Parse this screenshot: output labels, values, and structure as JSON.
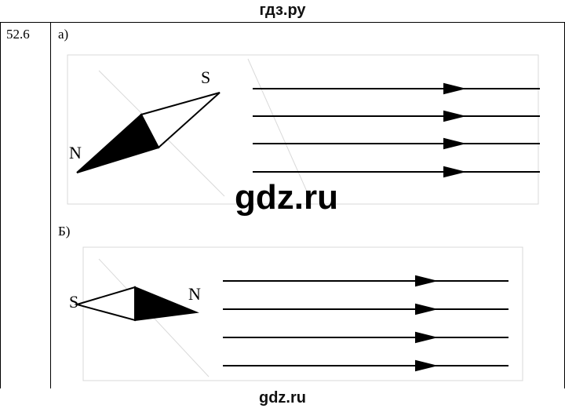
{
  "watermarks": {
    "top": "гдз.ру",
    "center": "gdz.ru",
    "bottom": "gdz.ru"
  },
  "task": {
    "number": "52.6"
  },
  "part_a": {
    "label": "а)",
    "pole_south": "S",
    "pole_north": "N",
    "field_lines": 4
  },
  "part_b": {
    "label": "Б)",
    "pole_south": "S",
    "pole_north": "N",
    "field_lines": 4
  }
}
